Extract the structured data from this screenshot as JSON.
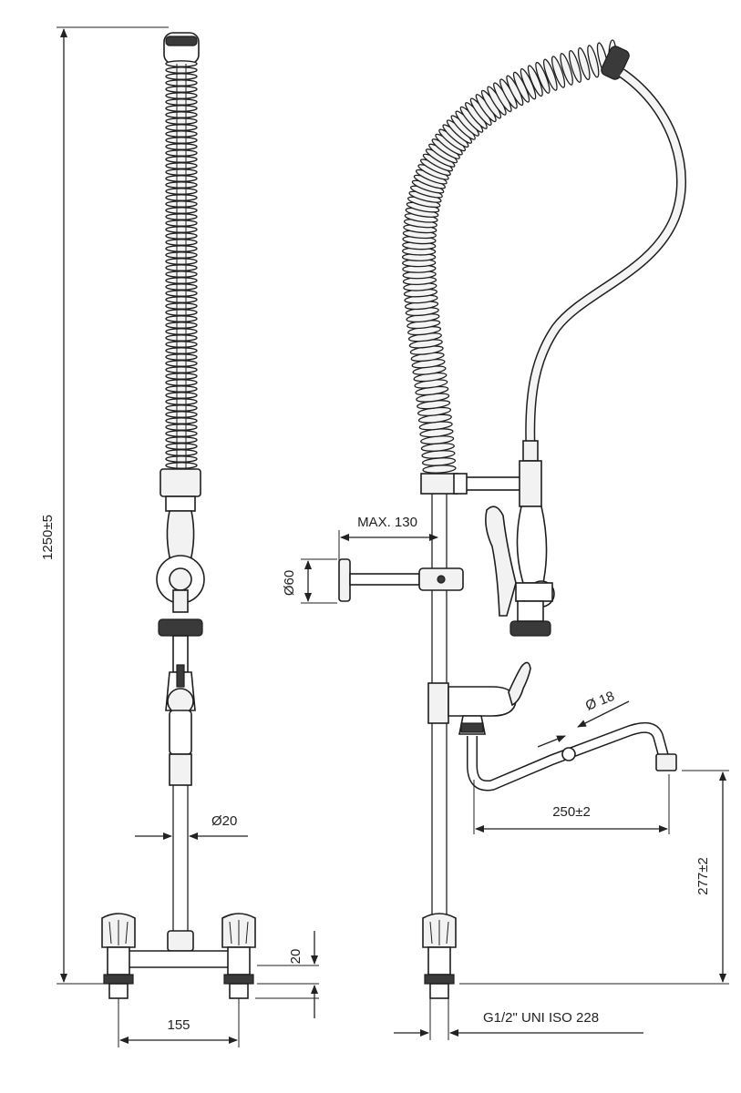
{
  "dimensions": {
    "overall_height": "1250±5",
    "max_reach": "MAX. 130",
    "wall_flange_diameter": "Ø60",
    "pillar_diameter": "Ø20",
    "spout_tube_diameter": "Ø 18",
    "spout_reach": "250±2",
    "spout_height": "277±2",
    "base_height": "20",
    "tap_centers": "155",
    "thread": "G1/2\" UNI ISO 228"
  }
}
